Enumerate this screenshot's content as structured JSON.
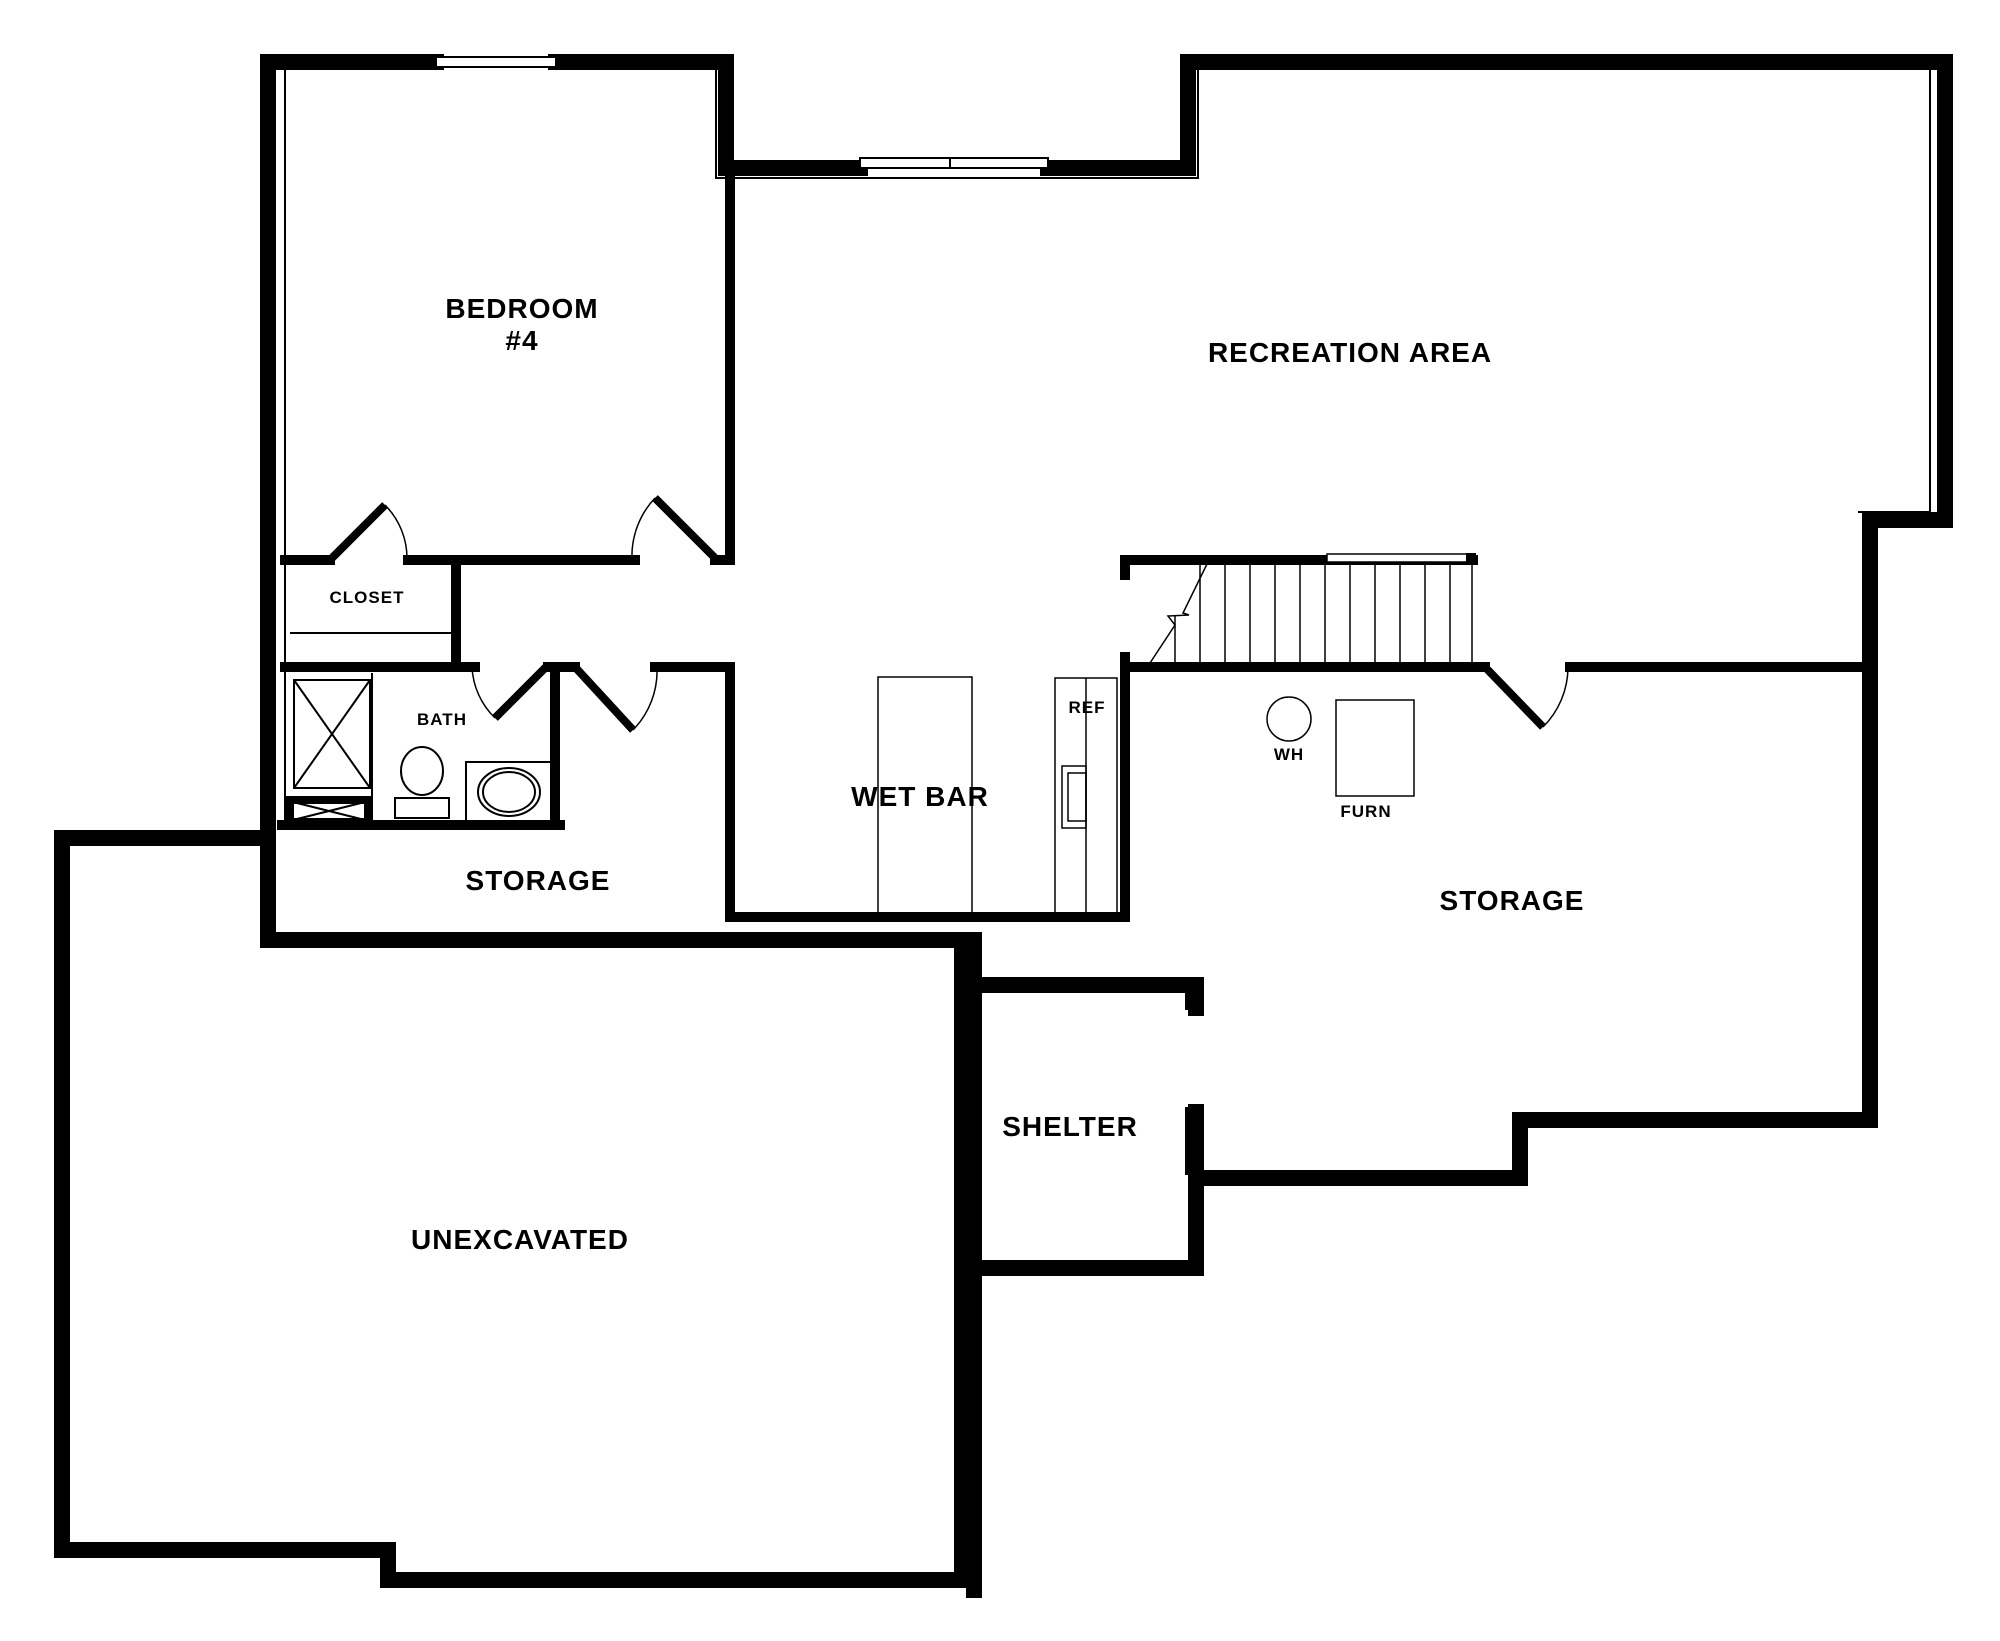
{
  "plan": {
    "type": "basement floor plan",
    "wall_color": "#000000",
    "background": "#ffffff"
  },
  "rooms": {
    "bedroom": {
      "line1": "BEDROOM",
      "line2": "#4"
    },
    "recreation": {
      "label": "RECREATION AREA"
    },
    "closet": {
      "label": "CLOSET"
    },
    "bath": {
      "label": "BATH"
    },
    "storage_left": {
      "label": "STORAGE"
    },
    "wet_bar": {
      "label": "WET BAR"
    },
    "ref": {
      "label": "REF"
    },
    "wh": {
      "label": "WH"
    },
    "furn": {
      "label": "FURN"
    },
    "storage_right": {
      "label": "STORAGE"
    },
    "shelter": {
      "label": "SHELTER"
    },
    "unexcavated": {
      "label": "UNEXCAVATED"
    }
  }
}
